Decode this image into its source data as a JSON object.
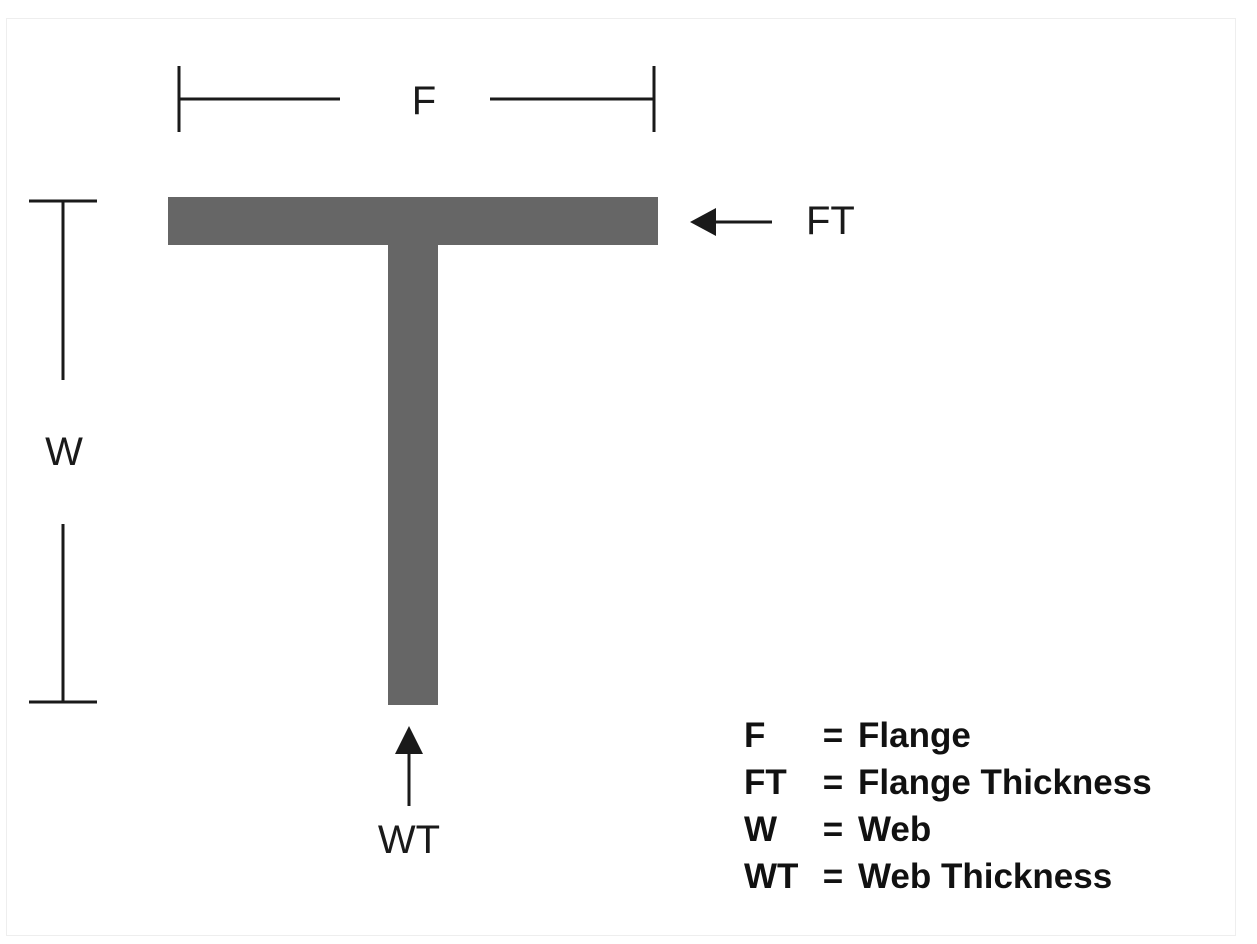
{
  "diagram": {
    "colors": {
      "member": "#666666",
      "lines": "#1a1a1a",
      "text": "#111111"
    },
    "labels": {
      "flange": "F",
      "flange_thickness": "FT",
      "web": "W",
      "web_thickness": "WT"
    },
    "legend": [
      {
        "abbr": "F",
        "eq": "=",
        "definition": "Flange"
      },
      {
        "abbr": "FT",
        "eq": "=",
        "definition": "Flange Thickness"
      },
      {
        "abbr": "W",
        "eq": "=",
        "definition": "Web"
      },
      {
        "abbr": "WT",
        "eq": "=",
        "definition": "Web Thickness"
      }
    ]
  }
}
